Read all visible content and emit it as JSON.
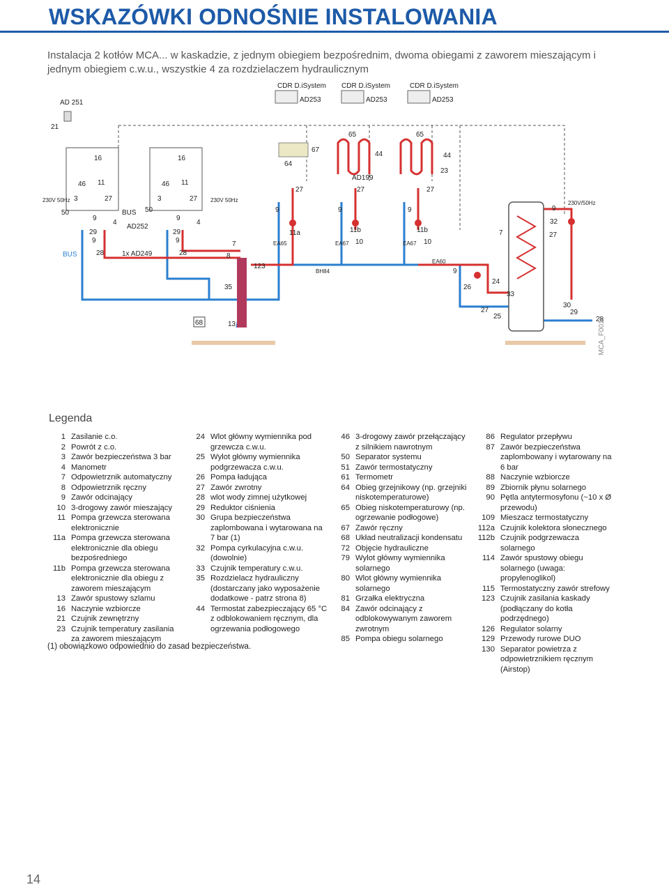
{
  "title": "WSKAZÓWKI ODNOŚNIE INSTALOWANIA",
  "intro": "Instalacja 2 kotłów MCA... w kaskadzie, z jednym obiegiem bezpośrednim, dwoma obiegami z zaworem mieszającym i jednym obiegiem c.w.u., wszystkie 4 za rozdzielaczem hydraulicznym",
  "diagram": {
    "cdr": "CDR D.iSystem",
    "ad253": "AD253",
    "ad251": "AD 251",
    "ad252": "AD252",
    "ad249": "1x AD249",
    "ad199": "AD199",
    "bus": "BUS",
    "power_left": "230V 50Hz",
    "power_mid": "230V 50Hz",
    "power_right": "230V/50Hz",
    "ea65": "EA65",
    "ea67": "EA67",
    "ea60": "EA60",
    "bh84": "BH84",
    "code": "MCA_F0010",
    "n": {
      "n21": "21",
      "n16": "16",
      "n46": "46",
      "n11": "11",
      "n3": "3",
      "n27": "27",
      "n50": "50",
      "n9": "9",
      "n4": "4",
      "n29": "29",
      "n28": "28",
      "n7": "7",
      "n8": "8",
      "n35": "35",
      "n68": "68",
      "n13": "13",
      "n123": "123",
      "n64": "64",
      "n67": "67",
      "n65": "65",
      "n44": "44",
      "n23": "23",
      "n11a": "11a",
      "n11b": "11b",
      "n10": "10",
      "n26": "26",
      "n24": "24",
      "n33": "33",
      "n25": "25",
      "n32": "32",
      "n30": "30"
    }
  },
  "legend": {
    "title": "Legenda",
    "col1": [
      {
        "n": "1",
        "t": "Zasilanie c.o."
      },
      {
        "n": "2",
        "t": "Powrót z c.o."
      },
      {
        "n": "3",
        "t": "Zawór bezpieczeństwa 3 bar"
      },
      {
        "n": "4",
        "t": "Manometr"
      },
      {
        "n": "7",
        "t": "Odpowietrznik automatyczny"
      },
      {
        "n": "8",
        "t": "Odpowietrznik ręczny"
      },
      {
        "n": "9",
        "t": "Zawór odcinający"
      },
      {
        "n": "10",
        "t": "3-drogowy zawór mieszający"
      },
      {
        "n": "11",
        "t": "Pompa grzewcza sterowana elektronicznie"
      },
      {
        "n": "11a",
        "t": "Pompa grzewcza sterowana elektronicznie dla obiegu bezpośredniego"
      },
      {
        "n": "11b",
        "t": "Pompa grzewcza sterowana elektronicznie dla obiegu z zaworem mieszającym"
      },
      {
        "n": "13",
        "t": "Zawór spustowy szlamu"
      },
      {
        "n": "16",
        "t": "Naczynie wzbiorcze"
      },
      {
        "n": "21",
        "t": "Czujnik zewnętrzny"
      },
      {
        "n": "23",
        "t": "Czujnik temperatury zasilania za zaworem mieszającym"
      }
    ],
    "col2": [
      {
        "n": "24",
        "t": "Wlot główny wymiennika pod grzewcza c.w.u."
      },
      {
        "n": "25",
        "t": "Wylot główny wymiennika podgrzewacza c.w.u."
      },
      {
        "n": "26",
        "t": "Pompa ładująca"
      },
      {
        "n": "27",
        "t": "Zawór zwrotny"
      },
      {
        "n": "28",
        "t": "wlot wody zimnej użytkowej"
      },
      {
        "n": "29",
        "t": "Reduktor ciśnienia"
      },
      {
        "n": "30",
        "t": "Grupa bezpieczeństwa zaplombowana i wytarowana na 7 bar (1)"
      },
      {
        "n": "32",
        "t": "Pompa cyrkulacyjna c.w.u. (dowolnie)"
      },
      {
        "n": "33",
        "t": "Czujnik temperatury c.w.u."
      },
      {
        "n": "35",
        "t": "Rozdzielacz hydrauliczny (dostarczany jako wyposażenie dodatkowe - patrz strona 8)"
      },
      {
        "n": "44",
        "t": "Termostat zabezpieczający 65 °C z odblokowaniem ręcznym, dla ogrzewania podłogowego"
      }
    ],
    "col3": [
      {
        "n": "46",
        "t": "3-drogowy zawór przełączający z silnikiem nawrotnym"
      },
      {
        "n": "50",
        "t": "Separator systemu"
      },
      {
        "n": "51",
        "t": "Zawór termostatyczny"
      },
      {
        "n": "61",
        "t": "Termometr"
      },
      {
        "n": "64",
        "t": "Obieg grzejnikowy (np. grzejniki niskotemperaturowe)"
      },
      {
        "n": "65",
        "t": "Obieg niskotemperaturowy (np. ogrzewanie podłogowe)"
      },
      {
        "n": "67",
        "t": "Zawór ręczny"
      },
      {
        "n": "68",
        "t": "Układ neutralizacji kondensatu"
      },
      {
        "n": "72",
        "t": "Objęcie hydrauliczne"
      },
      {
        "n": "79",
        "t": "Wylot główny wymiennika solarnego"
      },
      {
        "n": "80",
        "t": "Wlot główny wymiennika solarnego"
      },
      {
        "n": "81",
        "t": "Grzałka elektryczna"
      },
      {
        "n": "84",
        "t": "Zawór odcinający z odblokowywanym zaworem zwrotnym"
      },
      {
        "n": "85",
        "t": "Pompa obiegu solarnego"
      }
    ],
    "col4": [
      {
        "n": "86",
        "t": "Regulator przepływu"
      },
      {
        "n": "87",
        "t": "Zawór bezpieczeństwa zaplombowany i wytarowany na 6 bar"
      },
      {
        "n": "88",
        "t": "Naczynie wzbiorcze"
      },
      {
        "n": "89",
        "t": "Zbiornik płynu solarnego"
      },
      {
        "n": "90",
        "t": "Pętla antytermosyfonu (~10 x Ø przewodu)"
      },
      {
        "n": "109",
        "t": "Mieszacz termostatyczny"
      },
      {
        "n": "112a",
        "t": "Czujnik kolektora słonecznego"
      },
      {
        "n": "112b",
        "t": "Czujnik podgrzewacza solarnego"
      },
      {
        "n": "114",
        "t": "Zawór spustowy obiegu solarnego (uwaga: propylenoglikol)"
      },
      {
        "n": "115",
        "t": "Termostatyczny zawór strefowy"
      },
      {
        "n": "123",
        "t": "Czujnik zasilania kaskady (podłączany do kotła podrzędnego)"
      },
      {
        "n": "126",
        "t": "Regulator solarny"
      },
      {
        "n": "129",
        "t": "Przewody rurowe DUO"
      },
      {
        "n": "130",
        "t": "Separator powietrza z odpowietrznikiem ręcznym (Airstop)"
      }
    ]
  },
  "footnote": "(1) obowiązkowo odpowiednio do zasad bezpieczeństwa.",
  "page_number": "14"
}
